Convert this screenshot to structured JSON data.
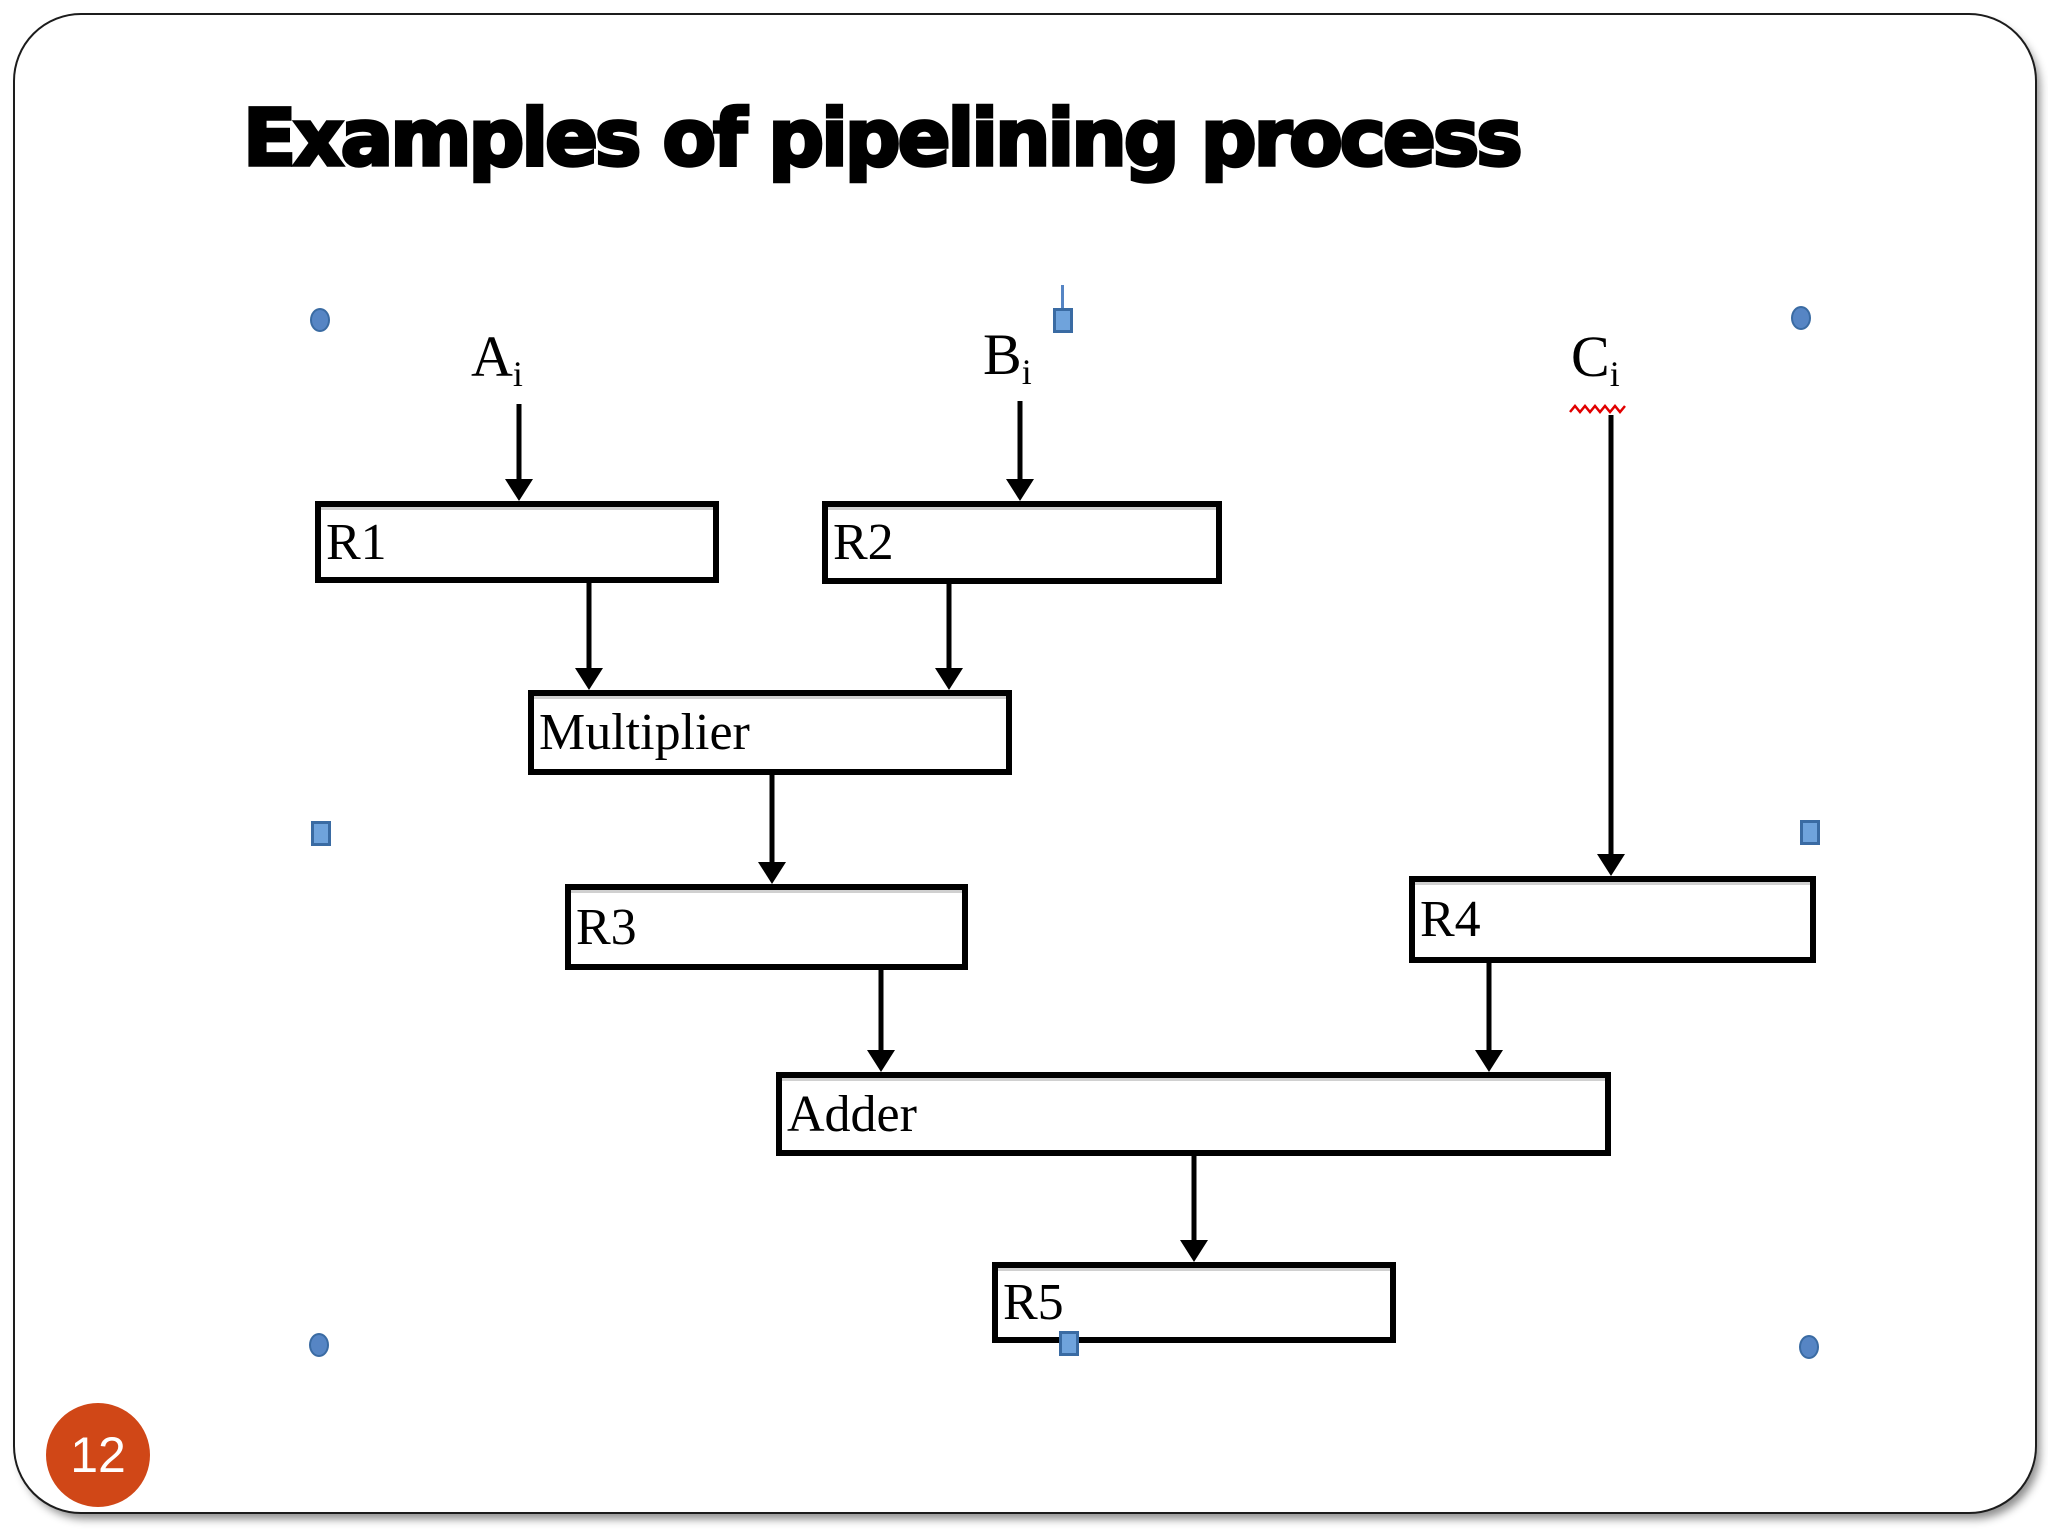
{
  "slide": {
    "title": "Examples of pipelining process",
    "page_number": "12"
  },
  "diagram": {
    "inputs": [
      {
        "base": "A",
        "sub": "i"
      },
      {
        "base": "B",
        "sub": "i"
      },
      {
        "base": "C",
        "sub": "i",
        "spellcheck_underline": true
      }
    ],
    "boxes": [
      {
        "label": "R1"
      },
      {
        "label": "R2"
      },
      {
        "label": "Multiplier"
      },
      {
        "label": "R3"
      },
      {
        "label": "R4"
      },
      {
        "label": "Adder"
      },
      {
        "label": "R5"
      }
    ],
    "connections": [
      "Ai -> R1",
      "Bi -> R2",
      "Ci -> R4",
      "R1 -> Multiplier",
      "R2 -> Multiplier",
      "Multiplier -> R3",
      "R3 -> Adder",
      "R4 -> Adder",
      "Adder -> R5"
    ]
  },
  "colors": {
    "selection_handle_blue": "#5685c4",
    "selection_handle_fill": "#6fa3dc",
    "page_badge_orange": "#d04717",
    "spellcheck_red": "#e10000",
    "diagram_ink": "#000000"
  }
}
